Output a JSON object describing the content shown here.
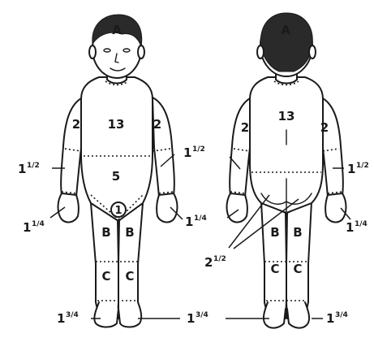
{
  "figure": {
    "front": {
      "head": "A",
      "trunk": "13",
      "upper_arm_left": "2",
      "upper_arm_right": "2",
      "forearm_left_whole": "1",
      "forearm_left_frac": "1/2",
      "forearm_right_whole": "1",
      "forearm_right_frac": "1/2",
      "hand_left_whole": "1",
      "hand_left_frac": "1/4",
      "hand_right_whole": "1",
      "hand_right_frac": "1/4",
      "abdomen": "5",
      "genitalia": "1",
      "thigh_left": "B",
      "thigh_right": "B",
      "leg_left": "C",
      "leg_right": "C",
      "foot_left_whole": "1",
      "foot_left_frac": "3/4"
    },
    "shared": {
      "foot_whole": "1",
      "foot_frac": "3/4"
    },
    "back": {
      "head": "A",
      "trunk": "13",
      "upper_arm_left": "2",
      "upper_arm_right": "2",
      "forearm_right_whole": "1",
      "forearm_right_frac": "1/2",
      "hand_right_whole": "1",
      "hand_right_frac": "1/4",
      "buttock_whole": "2",
      "buttock_frac": "1/2",
      "thigh_left": "B",
      "thigh_right": "B",
      "leg_left": "C",
      "leg_right": "C",
      "foot_right_whole": "1",
      "foot_right_frac": "3/4"
    }
  }
}
